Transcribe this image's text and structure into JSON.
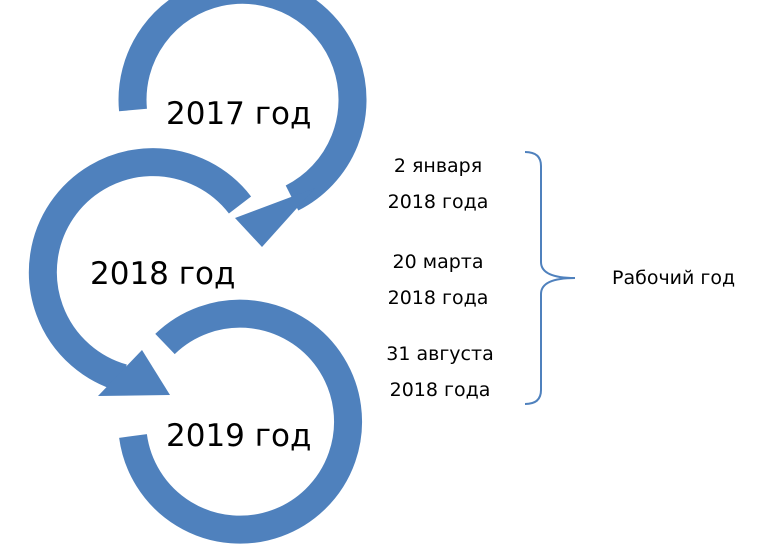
{
  "colors": {
    "arrow": "#4f81bd",
    "bracket": "#4f81bd",
    "text": "#000000"
  },
  "years": [
    "2017 год",
    "2018 год",
    "2019 год"
  ],
  "dates": [
    {
      "line1": "2 января",
      "line2": "2018 года"
    },
    {
      "line1": "20 марта",
      "line2": "2018 года"
    },
    {
      "line1": "31 августа",
      "line2": "2018 года"
    }
  ],
  "bracket_label": "Рабочий год"
}
